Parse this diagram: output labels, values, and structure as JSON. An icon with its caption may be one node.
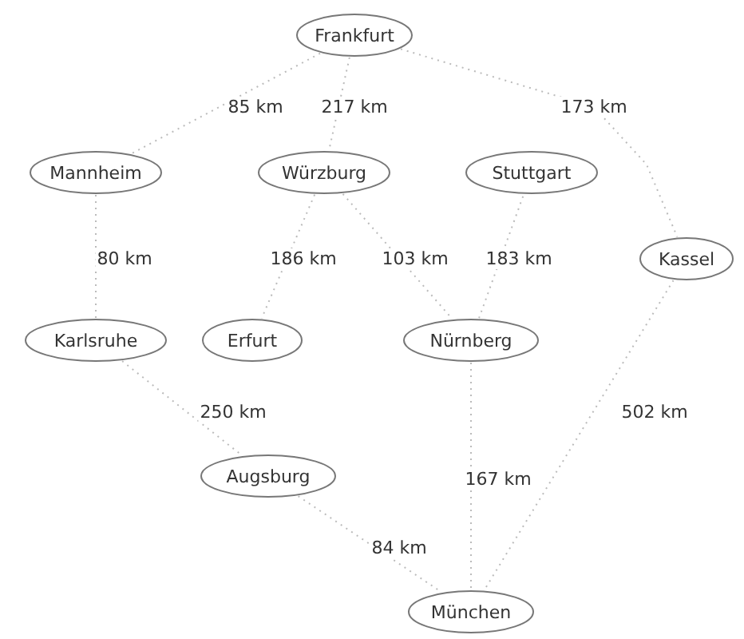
{
  "diagram": {
    "nodes": [
      {
        "text": [
          "Frankfurt"
        ]
      },
      {
        "text": [
          "Mannheim"
        ]
      },
      {
        "text": [
          "Würzburg"
        ]
      },
      {
        "text": [
          "Stuttgart"
        ]
      },
      {
        "text": [
          "Kassel"
        ]
      },
      {
        "text": [
          "Karlsruhe"
        ]
      },
      {
        "text": [
          "Erfurt"
        ]
      },
      {
        "text": [
          "Nürnberg"
        ]
      },
      {
        "text": [
          "Augsburg"
        ]
      },
      {
        "text": [
          "München"
        ]
      }
    ],
    "edges": [
      {
        "from": 0,
        "to": 1,
        "arrow": "none",
        "label": "85 km"
      },
      {
        "from": 0,
        "to": 2,
        "arrow": "none",
        "label": "217 km"
      },
      {
        "from": 0,
        "to": 4,
        "arrow": "none",
        "label": "173 km"
      },
      {
        "from": 1,
        "to": 5,
        "arrow": "none",
        "label": "80 km"
      },
      {
        "from": 2,
        "to": 6,
        "arrow": "none",
        "label": "186 km"
      },
      {
        "from": 2,
        "to": 7,
        "arrow": "none",
        "label": "103 km"
      },
      {
        "from": 7,
        "to": 3,
        "arrow": "none",
        "label": "183 km"
      },
      {
        "from": 5,
        "to": 8,
        "arrow": "none",
        "label": "250 km"
      },
      {
        "from": 8,
        "to": 9,
        "arrow": "none",
        "label": "84 km"
      },
      {
        "from": 7,
        "to": 9,
        "arrow": "none",
        "label": "167 km"
      },
      {
        "from": 4,
        "to": 9,
        "arrow": "none",
        "label": "502 km"
      }
    ]
  }
}
